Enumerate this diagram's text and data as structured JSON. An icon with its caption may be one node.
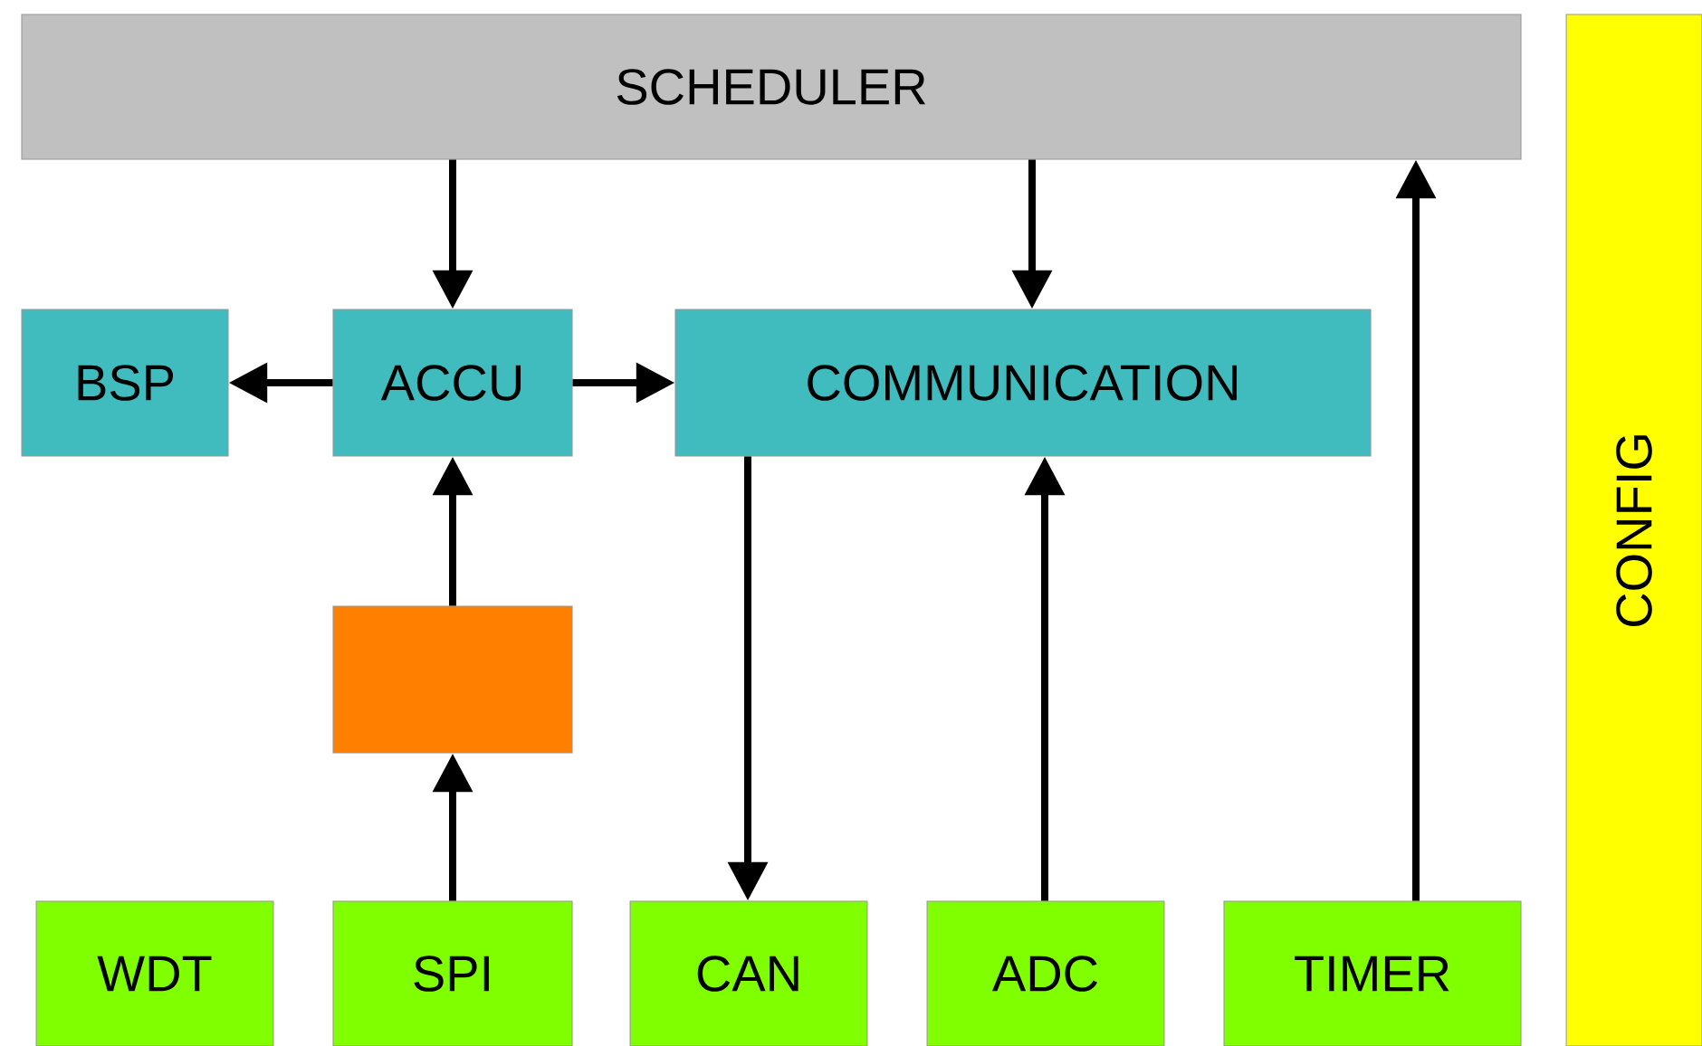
{
  "diagram": {
    "nodes": [
      {
        "text": [
          "SCHEDULER"
        ]
      },
      {
        "text": [
          "BSP"
        ]
      },
      {
        "text": [
          "ACCU"
        ]
      },
      {
        "text": [
          "COMMUNICATION"
        ]
      },
      {
        "text": [],
        "shape": "box"
      },
      {
        "text": [
          "WDT"
        ]
      },
      {
        "text": [
          "SPI"
        ]
      },
      {
        "text": [
          "CAN"
        ]
      },
      {
        "text": [
          "ADC"
        ]
      },
      {
        "text": [
          "TIMER"
        ]
      },
      {
        "text": [
          "CONFIG"
        ]
      }
    ],
    "edges": [
      {
        "from": 0,
        "to": 2,
        "arrow": "to"
      },
      {
        "from": 0,
        "to": 3,
        "arrow": "to"
      },
      {
        "from": 9,
        "to": 0,
        "arrow": "to"
      },
      {
        "from": 2,
        "to": 1,
        "arrow": "to"
      },
      {
        "from": 2,
        "to": 3,
        "arrow": "to"
      },
      {
        "from": 4,
        "to": 2,
        "arrow": "to"
      },
      {
        "from": 6,
        "to": 4,
        "arrow": "to"
      },
      {
        "from": 3,
        "to": 7,
        "arrow": "to"
      },
      {
        "from": 8,
        "to": 3,
        "arrow": "to"
      }
    ]
  }
}
